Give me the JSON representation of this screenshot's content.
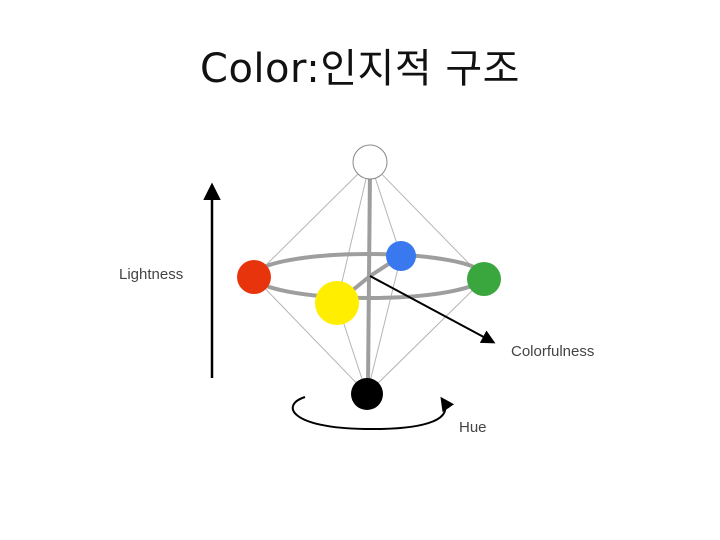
{
  "slide": {
    "title": "Color:인지적 구조"
  },
  "diagram": {
    "labels": {
      "lightness": "Lightness",
      "colorfulness": "Colorfulness",
      "hue": "Hue"
    },
    "colors": {
      "white": "#ffffff",
      "red": "#e8340c",
      "blue": "#3a78f0",
      "green": "#3aa63e",
      "yellow": "#ffee00",
      "black": "#000000",
      "structure_line": "#9a9a9a",
      "wire_line": "#b0b0b0"
    }
  }
}
